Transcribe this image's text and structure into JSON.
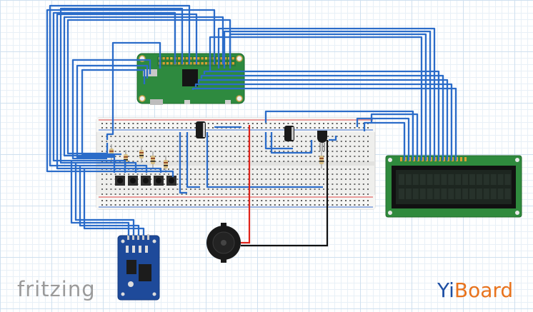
{
  "watermark": {
    "left_text": "fritzing"
  },
  "brand": {
    "part1": "Yi",
    "part2": "Board"
  },
  "colors": {
    "wire_blue": "#2b6cc9",
    "wire_red": "#e0241b",
    "wire_black": "#111111",
    "pi_board": "#2e8a3f",
    "lcd_board": "#2f8a3d",
    "lcd_screen": "#1d2620",
    "rtc_board": "#1e4a9a",
    "breadboard": "#efefed",
    "brand_blue": "#1e4fa3",
    "brand_orange": "#e8731d"
  },
  "components": {
    "raspberry_pi": "raspberry-pi-zero",
    "breadboard": "breadboard",
    "lcd": "lcd-16x2-display",
    "rtc": "rtc-module",
    "buzzer": "piezo-buzzer",
    "buttons": 5,
    "resistors": 5,
    "capacitors": 2,
    "transistor": "npn-transistor"
  }
}
